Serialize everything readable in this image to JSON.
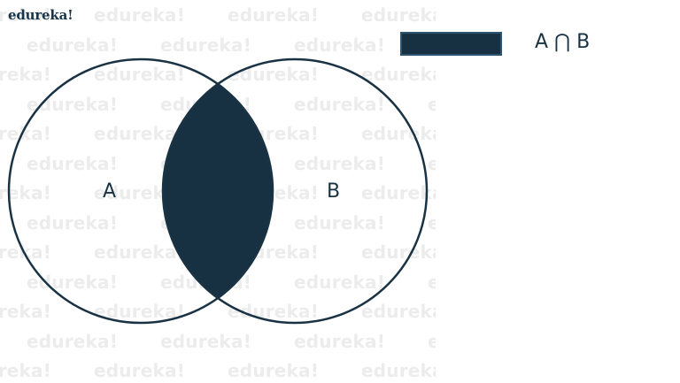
{
  "watermark": {
    "text": "edureka!"
  },
  "logo": {
    "text": "edureka!"
  },
  "diagram": {
    "set_a_label": "A",
    "set_b_label": "B",
    "fill_color": "#173142",
    "stroke_color": "#1a3344"
  },
  "legend": {
    "swatch_color": "#173142",
    "label": "A ⋂ B"
  }
}
